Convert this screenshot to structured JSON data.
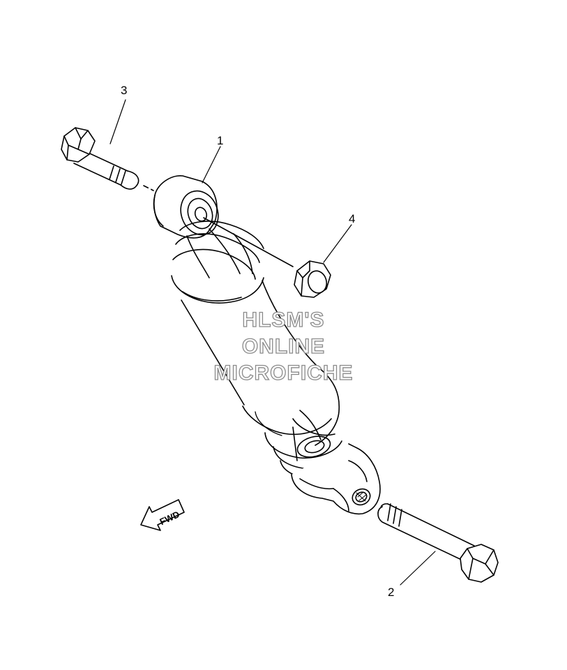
{
  "callouts": {
    "one": "1",
    "two": "2",
    "three": "3",
    "four": "4"
  },
  "watermark": {
    "line1": "HLSM'S",
    "line2": "ONLINE",
    "line3": "MICROFICHE"
  },
  "direction_arrow": {
    "label": "FWD"
  },
  "parts": [
    {
      "callout": "1",
      "icon": "rear-shock-absorber"
    },
    {
      "callout": "2",
      "icon": "lower-mounting-bolt"
    },
    {
      "callout": "3",
      "icon": "upper-mounting-bolt"
    },
    {
      "callout": "4",
      "icon": "flange-nut"
    }
  ]
}
